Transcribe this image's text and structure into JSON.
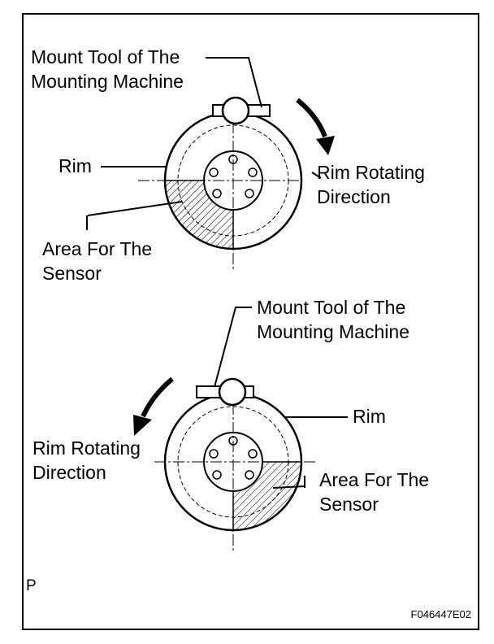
{
  "figure": {
    "upper": {
      "mount_tool_label": [
        "Mount Tool of The",
        "Mounting Machine"
      ],
      "rim_label": "Rim",
      "rotating_label": [
        "Rim Rotating",
        "Direction"
      ],
      "sensor_label": [
        "Area For The",
        "Sensor"
      ],
      "rotation": "clockwise",
      "sensor_quadrant": "lower-left"
    },
    "lower": {
      "mount_tool_label": [
        "Mount Tool of The",
        "Mounting Machine"
      ],
      "rim_label": "Rim",
      "rotating_label": [
        "Rim Rotating",
        "Direction"
      ],
      "sensor_label": [
        "Area For The",
        "Sensor"
      ],
      "rotation": "counter-clockwise",
      "sensor_quadrant": "lower-right"
    },
    "page_marker": "P",
    "figure_code": "F046447E02"
  }
}
